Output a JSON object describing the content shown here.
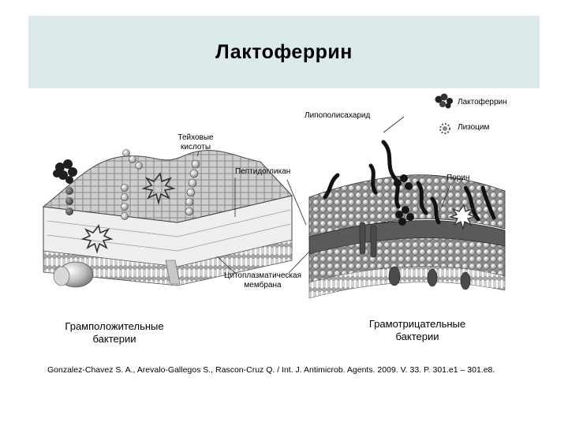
{
  "title": "Лактоферрин",
  "legend": {
    "lactoferrin": "Лактоферрин",
    "lysozyme": "Лизоцим"
  },
  "labels": {
    "lipopolysaccharide": "Липополисахарид",
    "teichoic_line1": "Тейховые",
    "teichoic_line2": "кислоты",
    "peptidoglycan": "Пептидогликан",
    "porin": "Порин",
    "membrane_line1": "Цитоплазматическая",
    "membrane_line2": "мембрана"
  },
  "captions": {
    "gram_positive_line1": "Грамположительные",
    "gram_positive_line2": "бактерии",
    "gram_negative_line1": "Грамотрицательные",
    "gram_negative_line2": "бактерии"
  },
  "reference": "Gonzalez-Chavez S. A., Arevalo-Gallegos S., Rascon-Cruz Q. / Int. J. Antimicrob. Agents. 2009. V. 33. P. 301.e1 – 301.e8."
}
